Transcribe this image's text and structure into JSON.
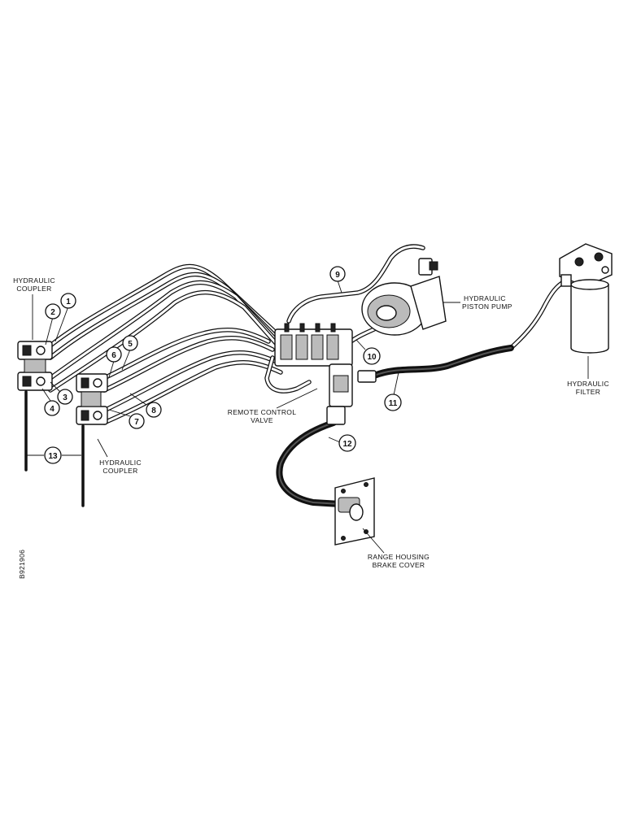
{
  "labels": {
    "coupler_left_line1": "HYDRAULIC",
    "coupler_left_line2": "COUPLER",
    "coupler_right_line1": "HYDRAULIC",
    "coupler_right_line2": "COUPLER",
    "pump_line1": "HYDRAULIC",
    "pump_line2": "PISTON PUMP",
    "filter_line1": "HYDRAULIC",
    "filter_line2": "FILTER",
    "valve_line1": "REMOTE CONTROL",
    "valve_line2": "VALVE",
    "brake_line1": "RANGE HOUSING",
    "brake_line2": "BRAKE COVER",
    "figure_code": "B921906"
  },
  "callouts": [
    "1",
    "2",
    "3",
    "4",
    "5",
    "6",
    "7",
    "8",
    "9",
    "10",
    "11",
    "12",
    "13"
  ],
  "colors": {
    "ink": "#111111",
    "paper": "#ffffff"
  }
}
